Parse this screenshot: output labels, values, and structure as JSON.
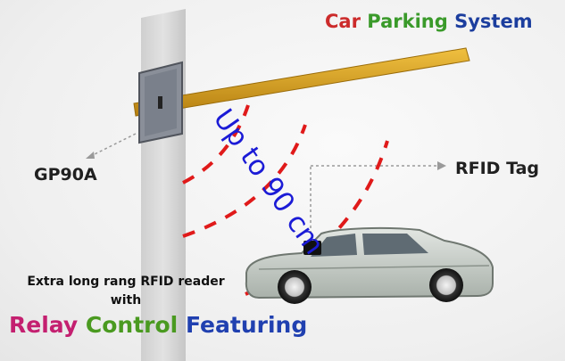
{
  "title": {
    "word1": "Car",
    "word2": "Parking",
    "word3": "System"
  },
  "reader_label": "GP90A",
  "tag_label": "RFID Tag",
  "range_text": "Up to 90 cm",
  "description": {
    "line1": "Extra long rang RFID reader",
    "line2": "with"
  },
  "feature": {
    "word1": "Relay",
    "word2": "Control",
    "word3": "Featuring"
  },
  "colors": {
    "wave": "#e01a1a",
    "barrier": "#d9a21c",
    "range_text": "#1b1bd6",
    "post": "#d8d8d8",
    "car_body": "#c8cfc9"
  }
}
